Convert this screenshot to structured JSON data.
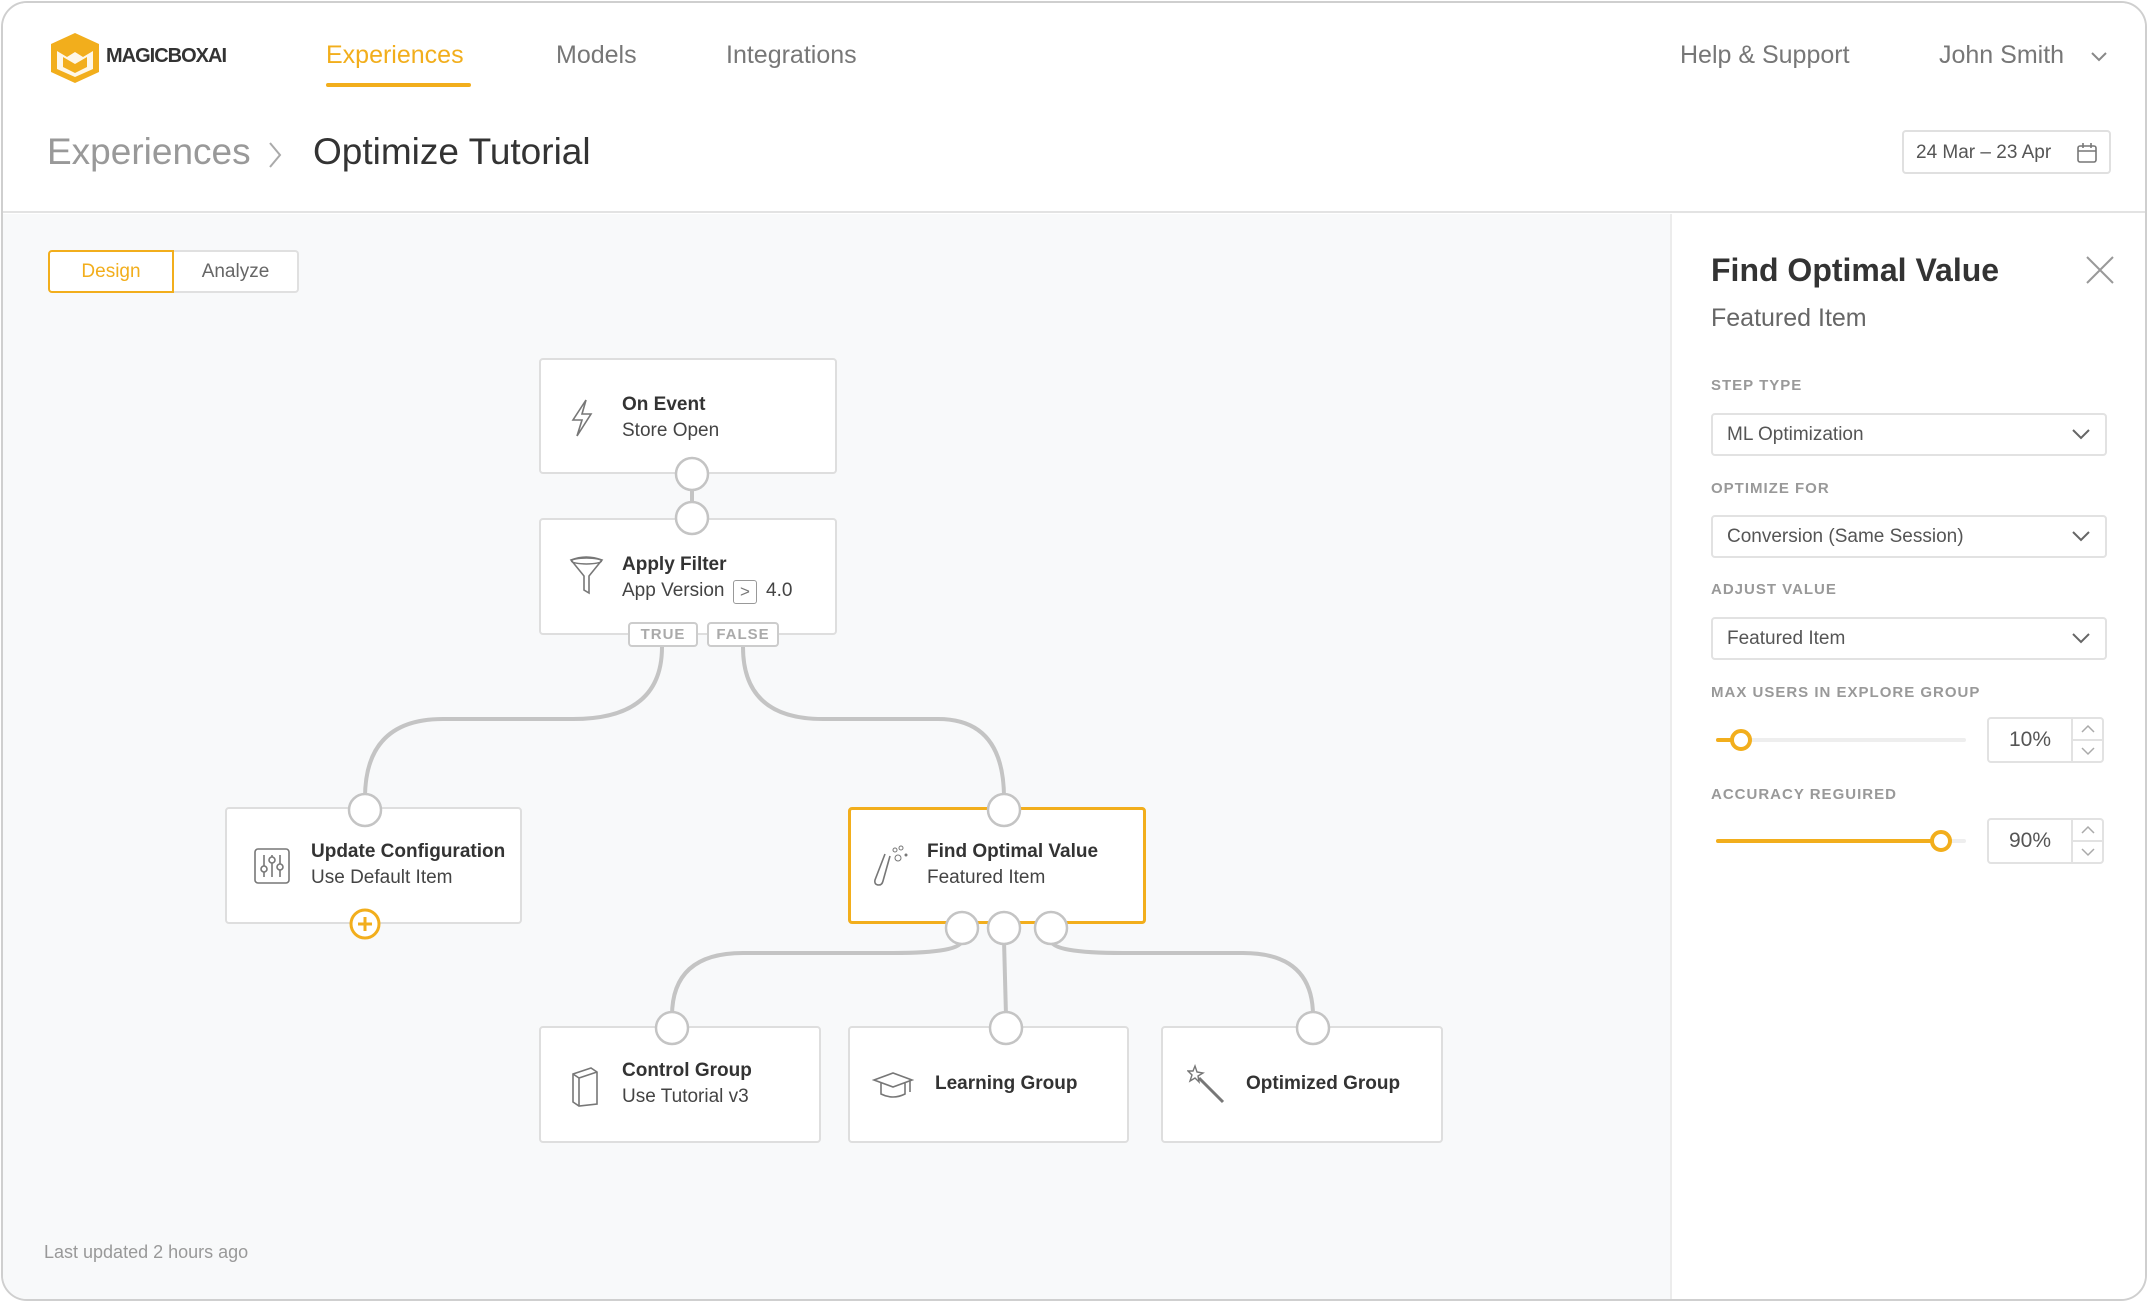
{
  "brand": {
    "name": "MAGICBOXAI",
    "accent": "#f2ae1c"
  },
  "nav": {
    "items": [
      {
        "label": "Experiences",
        "active": true
      },
      {
        "label": "Models"
      },
      {
        "label": "Integrations"
      }
    ],
    "help": "Help & Support",
    "user": "John Smith"
  },
  "breadcrumb": {
    "parent": "Experiences",
    "current": "Optimize Tutorial"
  },
  "date_range": "24 Mar – 23 Apr",
  "tabs": [
    {
      "label": "Design",
      "active": true
    },
    {
      "label": "Analyze"
    }
  ],
  "nodes": {
    "on_event": {
      "title": "On Event",
      "subtitle": "Store Open",
      "icon": "lightning-icon"
    },
    "apply_filter": {
      "title": "Apply Filter",
      "subtitle": "App Version",
      "operator": ">",
      "value": "4.0",
      "icon": "funnel-icon",
      "true_label": "TRUE",
      "false_label": "FALSE"
    },
    "update_config": {
      "title": "Update Configuration",
      "subtitle": "Use Default Item",
      "icon": "sliders-icon"
    },
    "find_optimal": {
      "title": "Find Optimal Value",
      "subtitle": "Featured Item",
      "icon": "test-tube-icon"
    },
    "control_group": {
      "title": "Control Group",
      "subtitle": "Use Tutorial v3",
      "icon": "book-icon"
    },
    "learning_group": {
      "title": "Learning Group",
      "icon": "graduation-cap-icon"
    },
    "optimized_group": {
      "title": "Optimized Group",
      "icon": "magic-wand-icon"
    }
  },
  "last_updated": "Last updated 2 hours ago",
  "panel": {
    "title": "Find Optimal Value",
    "subtitle": "Featured Item",
    "step_type": {
      "label": "STEP TYPE",
      "value": "ML Optimization"
    },
    "optimize_for": {
      "label": "OPTIMIZE FOR",
      "value": "Conversion (Same Session)"
    },
    "adjust_value": {
      "label": "ADJUST VALUE",
      "value": "Featured Item"
    },
    "max_users": {
      "label": "MAX USERS IN EXPLORE GROUP",
      "value": "10%",
      "percent": 10
    },
    "accuracy": {
      "label": "ACCURACY REGUIRED",
      "value": "90%",
      "percent": 90
    }
  }
}
